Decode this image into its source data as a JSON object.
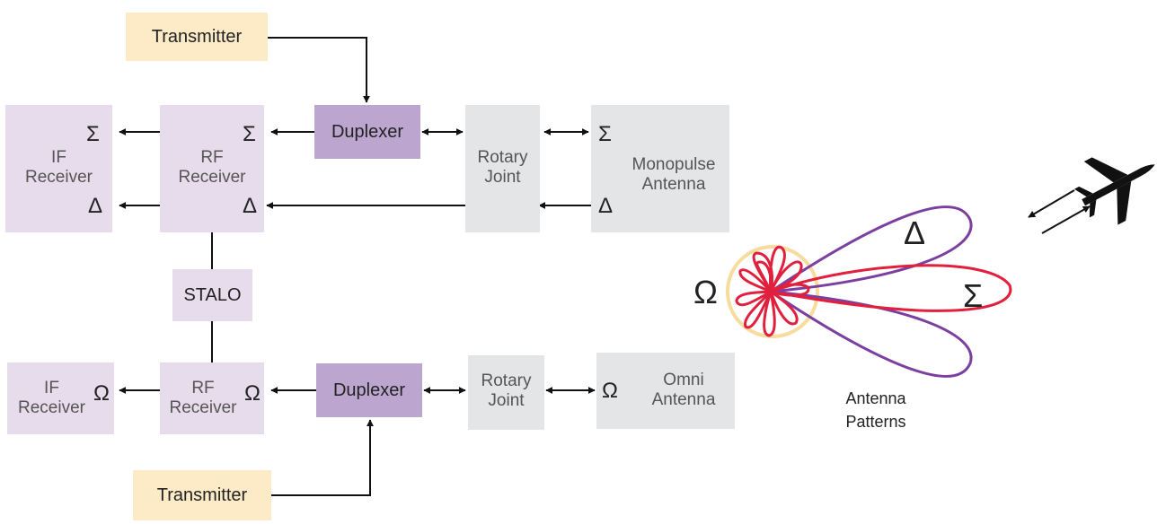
{
  "blocks": {
    "transmitter_top": "Transmitter",
    "transmitter_bottom": "Transmitter",
    "duplexer_top": "Duplexer",
    "duplexer_bottom": "Duplexer",
    "stalo": "STALO",
    "if_receiver_top": [
      "IF",
      "Receiver"
    ],
    "rf_receiver_top": [
      "RF",
      "Receiver"
    ],
    "if_receiver_bottom": [
      "IF",
      "Receiver"
    ],
    "rf_receiver_bottom": [
      "RF",
      "Receiver"
    ],
    "rotary_joint_top": [
      "Rotary",
      "Joint"
    ],
    "rotary_joint_bottom": [
      "Rotary",
      "Joint"
    ],
    "monopulse_antenna": [
      "Monopulse",
      "Antenna"
    ],
    "omni_antenna": [
      "Omni",
      "Antenna"
    ]
  },
  "symbols": {
    "sum": "Σ",
    "delta": "Δ",
    "omega": "Ω"
  },
  "pattern": {
    "caption": [
      "Antenna",
      "Patterns"
    ],
    "delta": "Δ",
    "sum": "Σ",
    "omega": "Ω"
  },
  "colors": {
    "transmitter": "#fdebc8",
    "duplexer": "#bca6cf",
    "receiver": "#e6dcec",
    "joint": "#e4e5e6",
    "delta_pattern": "#7b3fa0",
    "sum_pattern": "#e0203c",
    "omni_pattern": "#f8dc9e"
  }
}
